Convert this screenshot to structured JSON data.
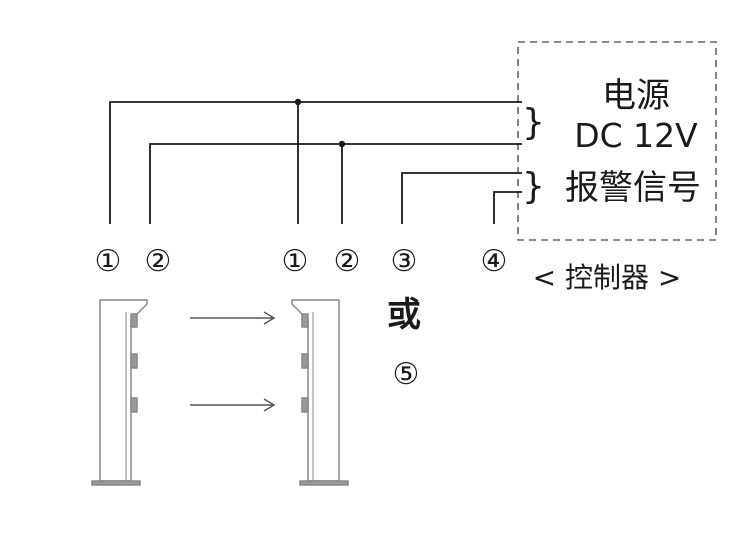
{
  "controller": {
    "power_title": "电源",
    "power_spec": "DC 12V",
    "alarm_label": "报警信号",
    "caption": "< 控制器 >",
    "power_brace": "}",
    "alarm_brace": "}"
  },
  "transmitter": {
    "terminals": [
      "①",
      "②"
    ]
  },
  "receiver": {
    "terminals": [
      "①",
      "②",
      "③",
      "④"
    ],
    "or_label": "或",
    "alt_terminal": "⑤"
  },
  "colors": {
    "line": "#1a1a1a",
    "dashed_border": "#666666",
    "post": "#888888"
  }
}
